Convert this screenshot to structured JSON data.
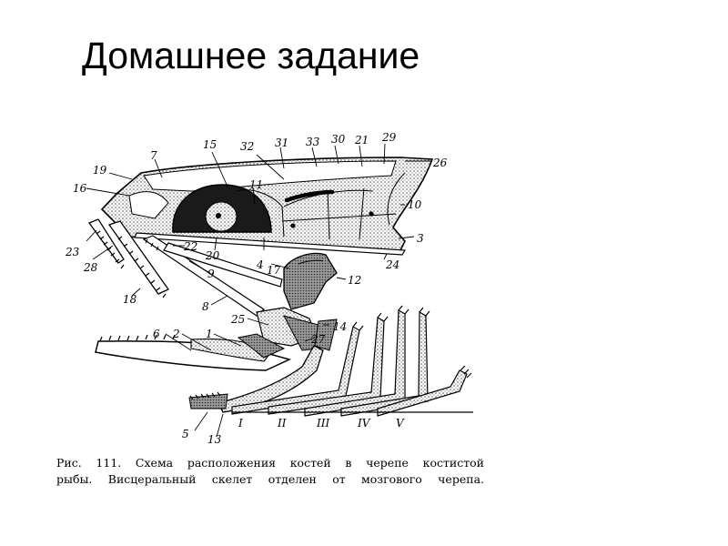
{
  "slide": {
    "title": "Домашнее задание"
  },
  "figure": {
    "labels": [
      "19",
      "7",
      "15",
      "32",
      "31",
      "33",
      "30",
      "21",
      "29",
      "26",
      "16",
      "11",
      "10",
      "3",
      "23",
      "28",
      "22",
      "20",
      "4",
      "24",
      "9",
      "17",
      "12",
      "18",
      "8",
      "25",
      "14",
      "1",
      "27",
      "6",
      "2",
      "5",
      "13"
    ],
    "gill_arches": [
      "I",
      "II",
      "III",
      "IV",
      "V"
    ],
    "caption_lines": [
      "Рис. 111. Схема расположения костей в черепе костистой",
      "рыбы. Висцеральный скелет отделен от мозгового черепа."
    ]
  },
  "colors": {
    "bone_fill": "#d8d8d8",
    "ink": "#000000",
    "orbit": "#111111",
    "background": "#ffffff"
  }
}
